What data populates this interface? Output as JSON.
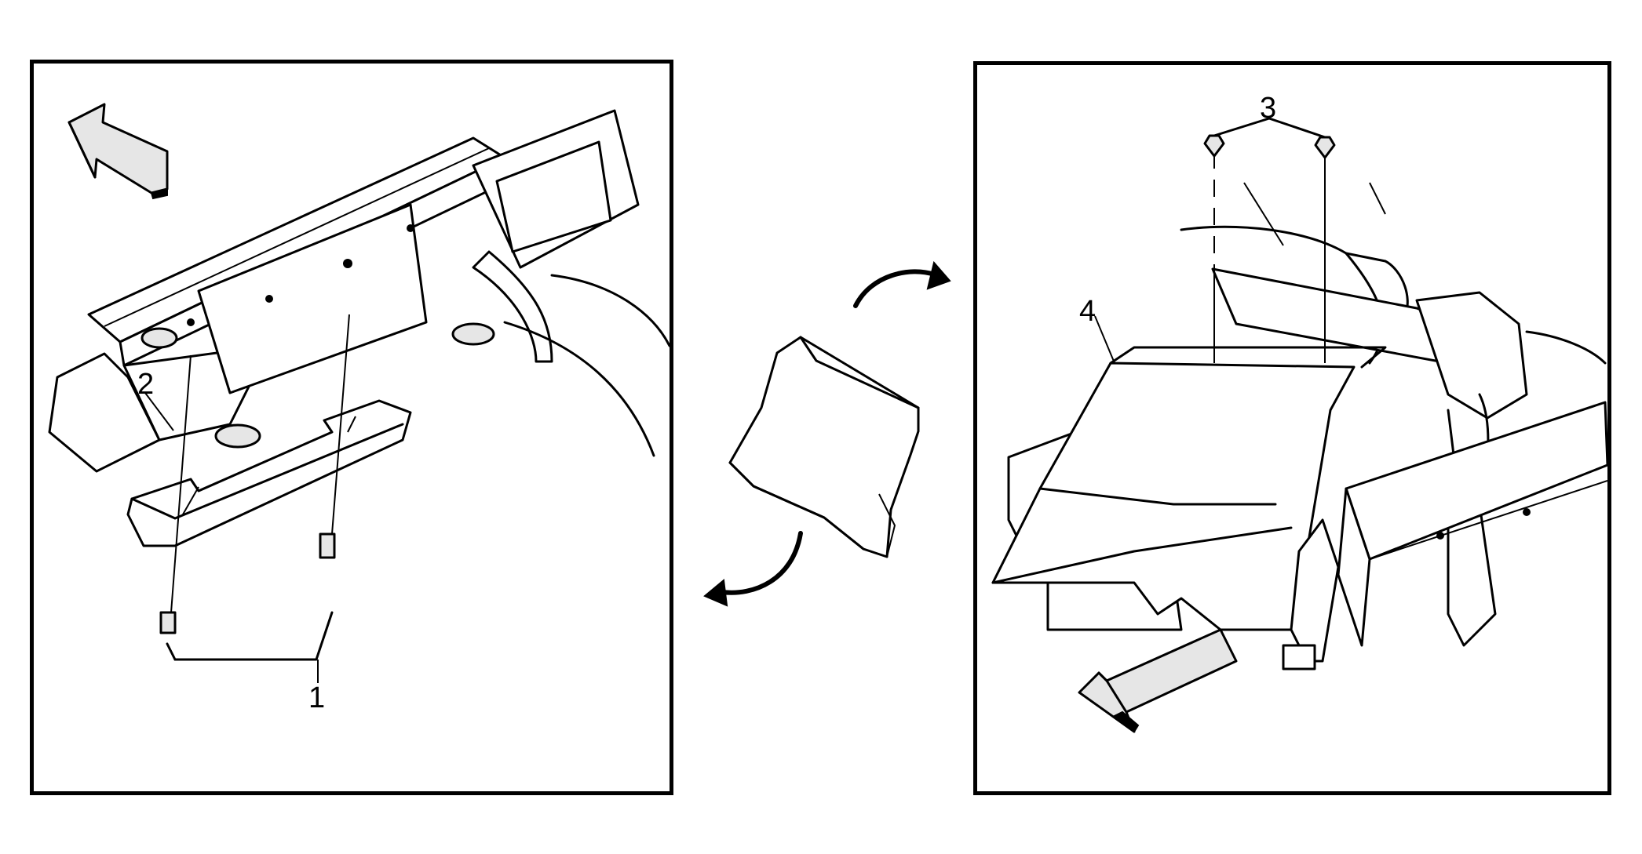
{
  "callouts": {
    "fastener_1": "1",
    "deflector_2": "2",
    "push_pin_3": "3",
    "air_baffle_4": "4"
  }
}
